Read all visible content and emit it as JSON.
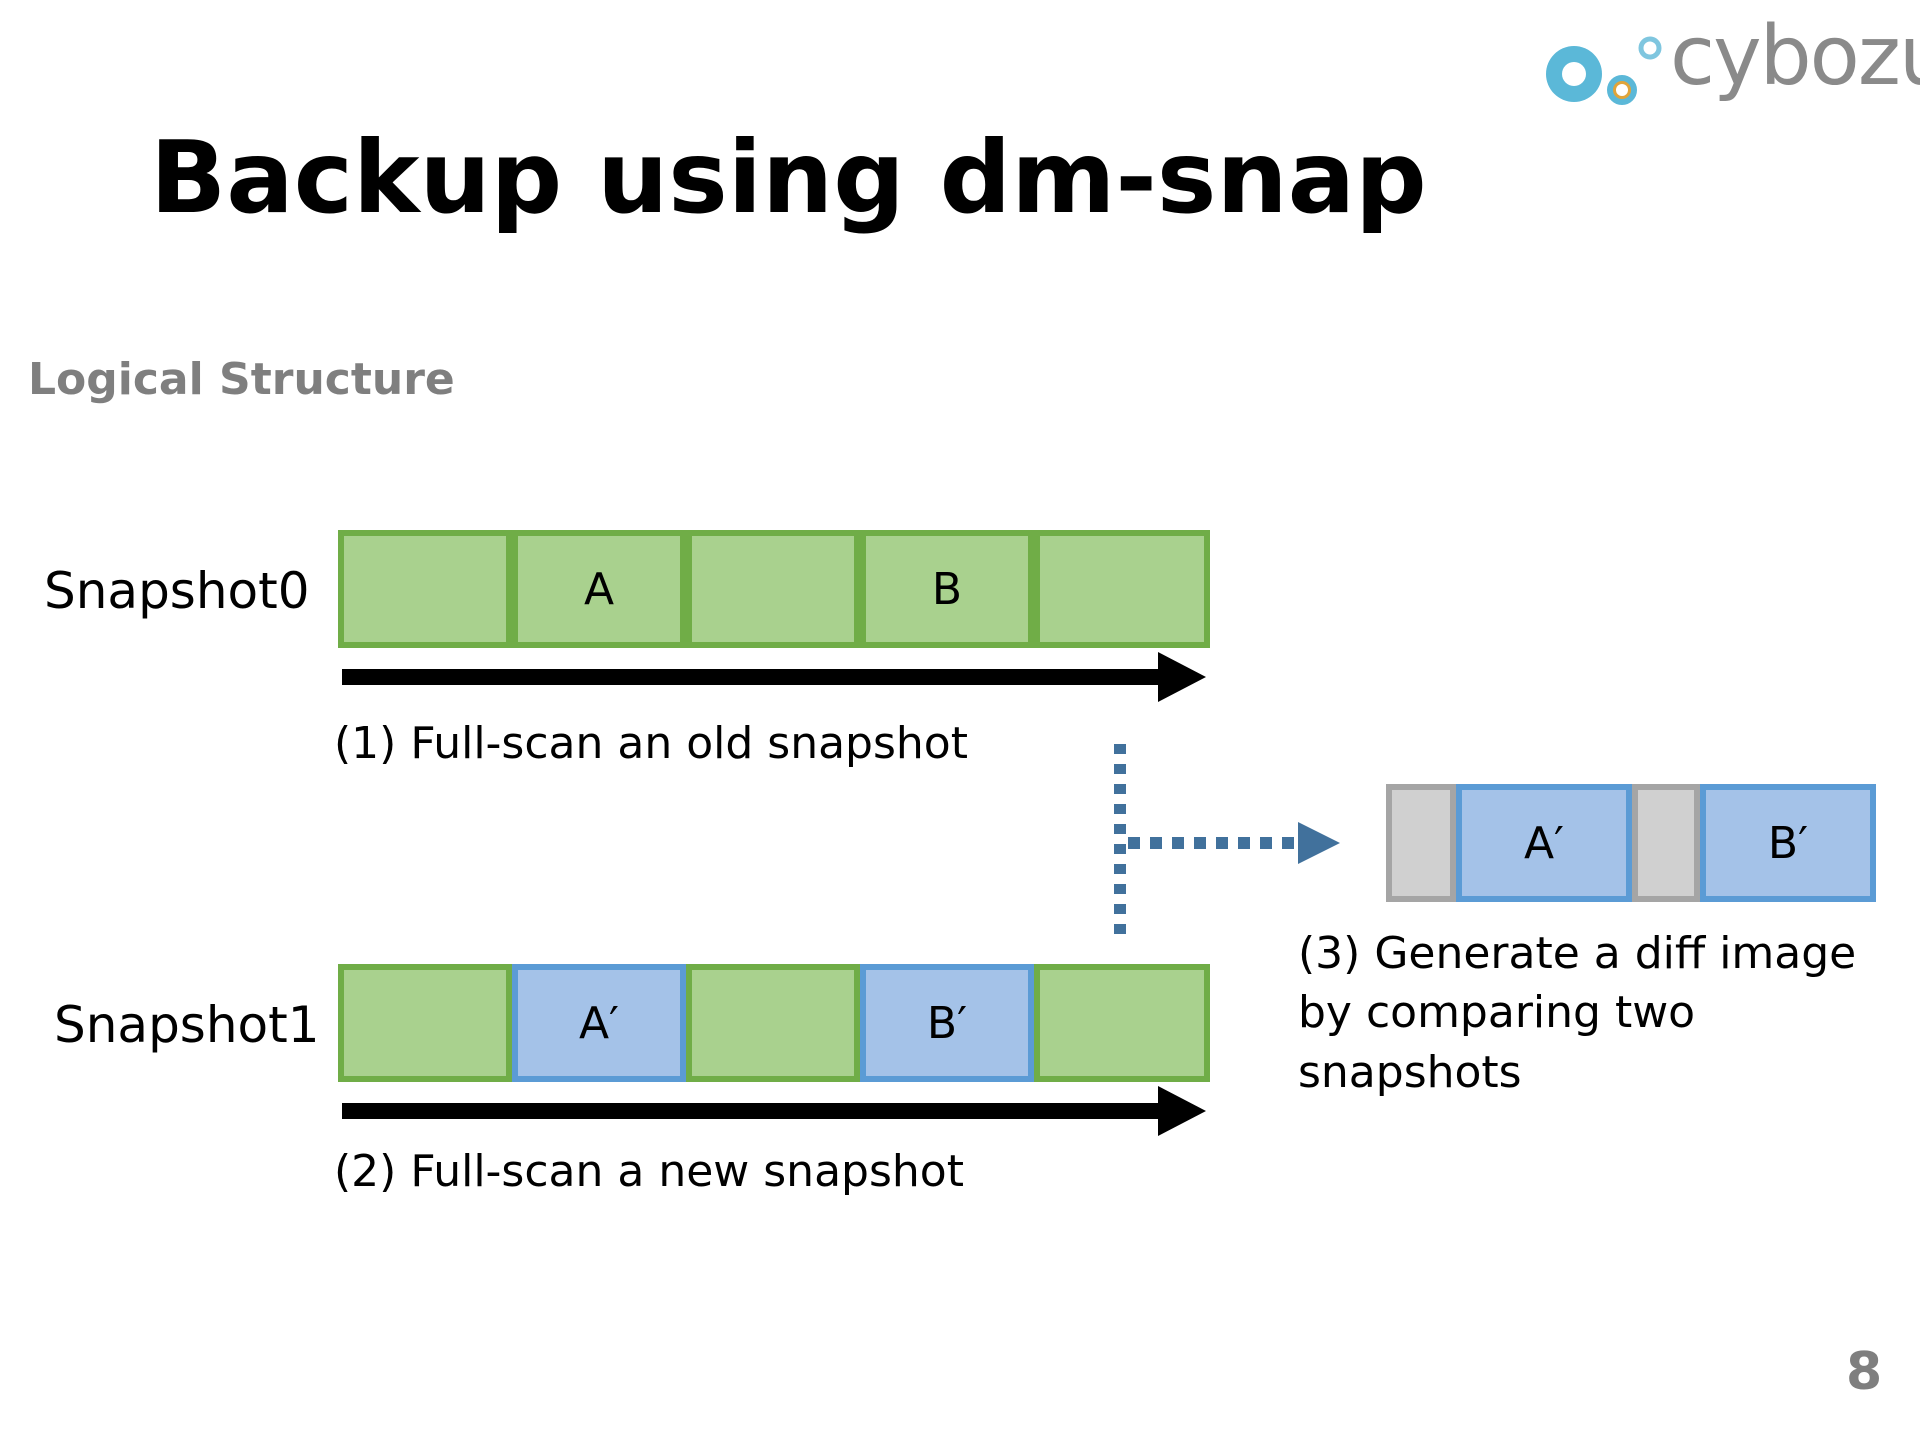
{
  "brand": {
    "name": "cybozu"
  },
  "slide": {
    "title": "Backup using dm-snap",
    "subtitle": "Logical Structure",
    "page_number": "8"
  },
  "snapshots": [
    {
      "label": "Snapshot0",
      "blocks": [
        {
          "text": "",
          "state": "unchanged"
        },
        {
          "text": "A",
          "state": "unchanged"
        },
        {
          "text": "",
          "state": "unchanged"
        },
        {
          "text": "B",
          "state": "unchanged"
        },
        {
          "text": "",
          "state": "unchanged"
        }
      ],
      "caption": "(1) Full-scan an old snapshot"
    },
    {
      "label": "Snapshot1",
      "blocks": [
        {
          "text": "",
          "state": "unchanged"
        },
        {
          "text": "A′",
          "state": "changed"
        },
        {
          "text": "",
          "state": "unchanged"
        },
        {
          "text": "B′",
          "state": "changed"
        },
        {
          "text": "",
          "state": "unchanged"
        }
      ],
      "caption": "(2) Full-scan a new snapshot"
    }
  ],
  "diff_image": {
    "blocks": [
      {
        "text": "",
        "state": "empty"
      },
      {
        "text": "A′",
        "state": "changed"
      },
      {
        "text": "",
        "state": "empty"
      },
      {
        "text": "B′",
        "state": "changed"
      }
    ],
    "caption_lines": [
      "(3) Generate a diff image",
      "by comparing two snapshots"
    ]
  },
  "colors": {
    "unchanged_fill": "#a9d18e",
    "unchanged_border": "#70ad47",
    "changed_fill": "#a4c2e8",
    "changed_border": "#5b9bd5",
    "empty_fill": "#d0d0d0",
    "empty_border": "#a5a5a5",
    "dotted_connector": "#41719c",
    "logo_blue": "#5bb8d8"
  }
}
